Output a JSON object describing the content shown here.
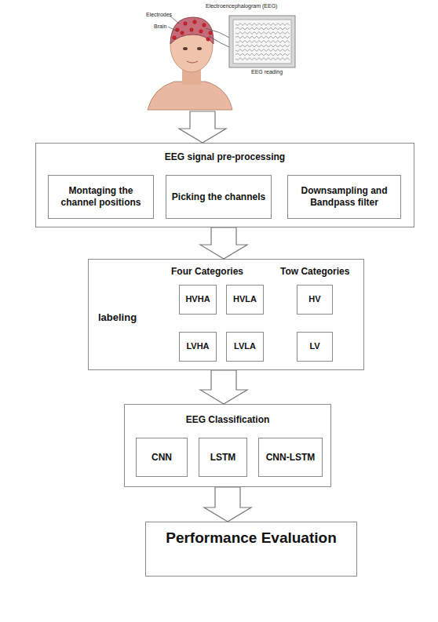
{
  "diagram": {
    "nodes": [
      {
        "text": [
          "EEG signal pre-processing"
        ]
      },
      {
        "text": [
          "Montaging the channel positions"
        ],
        "in": 0
      },
      {
        "text": [
          "Picking the channels"
        ],
        "in": 0
      },
      {
        "text": [
          "Downsampling and Bandpass filter"
        ],
        "in": 0
      },
      {
        "text": [
          "labeling",
          "Four Categories",
          "Tow Categories"
        ]
      },
      {
        "text": [
          "HVHA"
        ],
        "in": 4
      },
      {
        "text": [
          "HVLA"
        ],
        "in": 4
      },
      {
        "text": [
          "LVHA"
        ],
        "in": 4
      },
      {
        "text": [
          "LVLA"
        ],
        "in": 4
      },
      {
        "text": [
          "HV"
        ],
        "in": 4
      },
      {
        "text": [
          "LV"
        ],
        "in": 4
      },
      {
        "text": [
          "EEG Classification"
        ]
      },
      {
        "text": [
          "CNN"
        ],
        "in": 11
      },
      {
        "text": [
          "LSTM"
        ],
        "in": 11
      },
      {
        "text": [
          "CNN-LSTM"
        ],
        "in": 11
      },
      {
        "text": [
          "Performance Evaluation"
        ]
      }
    ],
    "edges": [
      {
        "from": 0,
        "to": 4,
        "arrow": "to"
      },
      {
        "from": 4,
        "to": 11,
        "arrow": "to"
      },
      {
        "from": 11,
        "to": 15,
        "arrow": "to"
      }
    ],
    "labels": [
      "Electroencephalogram (EEG)",
      "Electrodes",
      "Brain",
      "EEG reading"
    ]
  }
}
